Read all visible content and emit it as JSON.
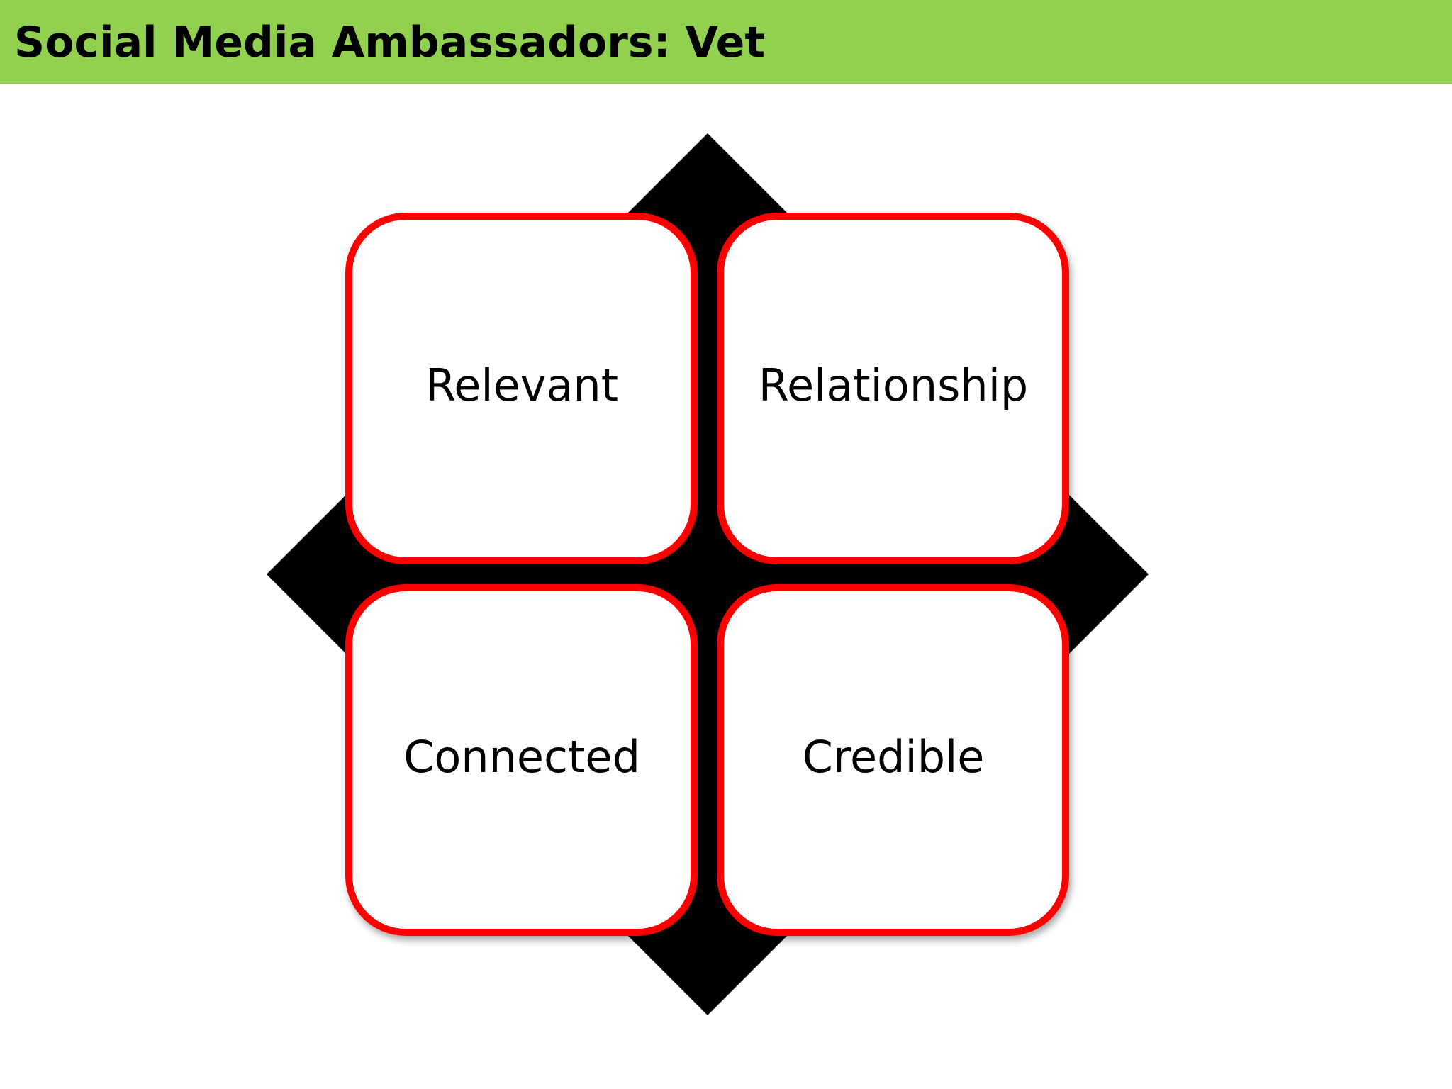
{
  "slide": {
    "title": "Social Media Ambassadors: Vet"
  },
  "diagram": {
    "type": "matrix-quadrants",
    "background_shape": "diamond",
    "colors": {
      "title_bar": "#92d050",
      "diamond": "#000000",
      "box_fill": "#ffffff",
      "box_border": "#ff0000",
      "text": "#000000"
    },
    "quadrants": [
      {
        "label": "Relevant"
      },
      {
        "label": "Relationship"
      },
      {
        "label": "Connected"
      },
      {
        "label": "Credible"
      }
    ]
  }
}
